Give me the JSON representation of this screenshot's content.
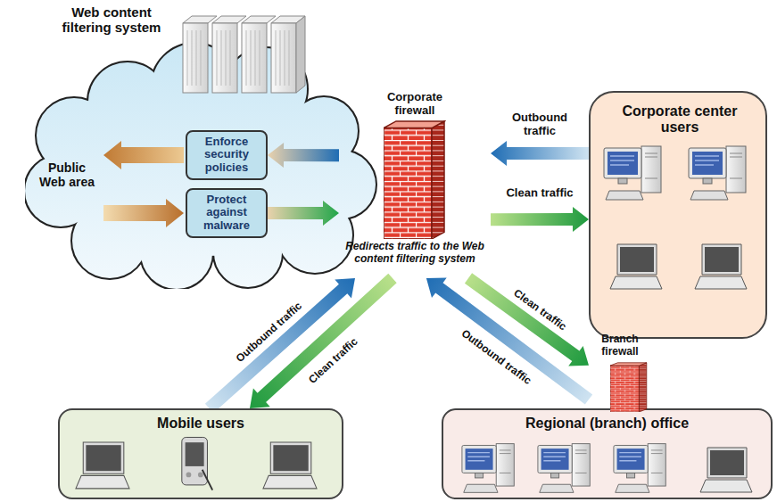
{
  "diagram": {
    "nodes": [
      {
        "text": [
          "Web content filtering system",
          "Public Web area"
        ]
      },
      {
        "text": [
          "Enforce security policies"
        ],
        "in": 0
      },
      {
        "text": [
          "Protect against malware"
        ],
        "in": 0
      },
      {
        "text": [
          "Corporate firewall",
          "Redirects traffic to the Web content filtering system"
        ]
      },
      {
        "text": [
          "Corporate center users"
        ]
      },
      {
        "text": [
          "Mobile users"
        ]
      },
      {
        "text": [
          "Regional (branch) office"
        ]
      },
      {
        "text": [
          "Branch firewall"
        ]
      }
    ],
    "edges": [
      {
        "from": 4,
        "to": 3,
        "label": "Outbound traffic",
        "arrow": "to"
      },
      {
        "from": 3,
        "to": 4,
        "label": "Clean traffic",
        "arrow": "to"
      },
      {
        "from": 3,
        "to": 1,
        "arrow": "to"
      },
      {
        "from": 2,
        "to": 3,
        "arrow": "to"
      },
      {
        "from": 5,
        "to": 3,
        "label": "Outbound traffic",
        "arrow": "to"
      },
      {
        "from": 3,
        "to": 5,
        "label": "Clean traffic",
        "arrow": "to"
      },
      {
        "from": 7,
        "to": 3,
        "label": "Outbound traffic",
        "arrow": "to"
      },
      {
        "from": 3,
        "to": 7,
        "label": "Clean traffic",
        "arrow": "to"
      }
    ]
  }
}
